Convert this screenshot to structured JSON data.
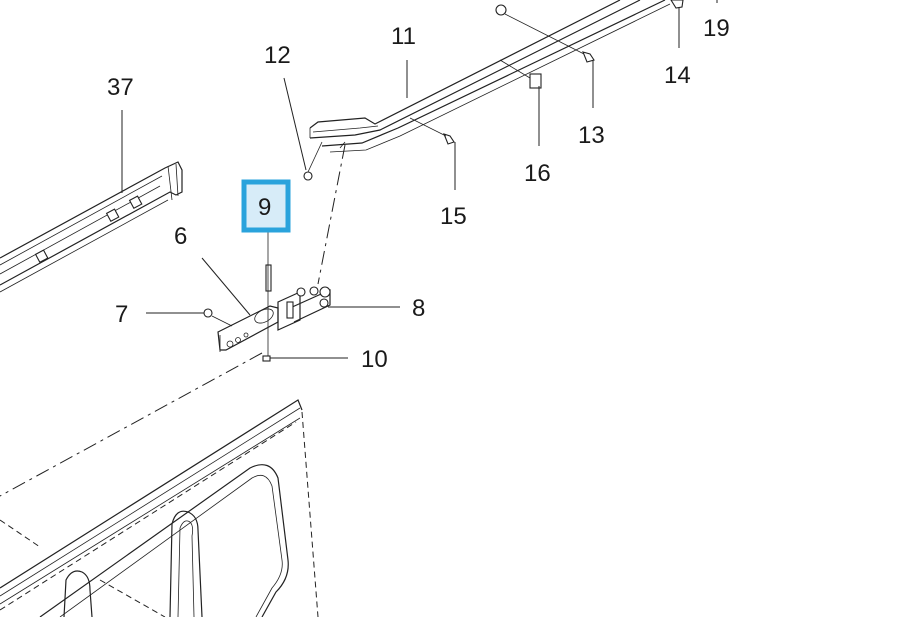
{
  "diagram": {
    "title": "Sliding door upper track assembly",
    "highlighted_callout": "9",
    "highlight_color": "#2aa3dc",
    "highlight_fill": "#d7ecf8",
    "callouts": {
      "c37": "37",
      "c6": "6",
      "c7": "7",
      "c8": "8",
      "c9": "9",
      "c10": "10",
      "c11": "11",
      "c12": "12",
      "c13": "13",
      "c14": "14",
      "c15": "15",
      "c16": "16",
      "c19": "19"
    }
  }
}
